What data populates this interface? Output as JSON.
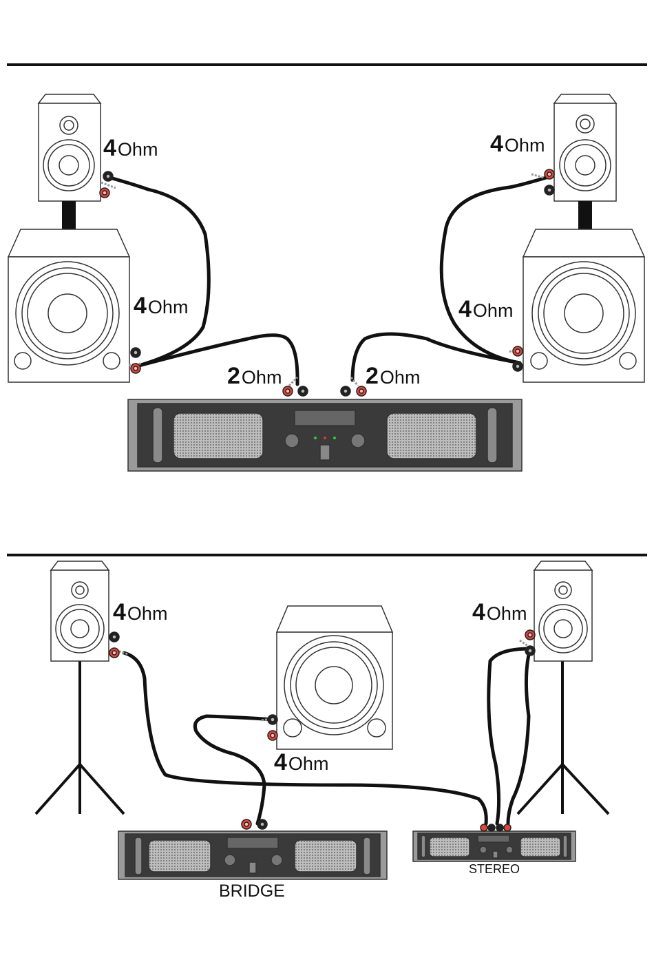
{
  "top_section": {
    "labels": {
      "sat_left": {
        "num": "4",
        "unit": "Ohm"
      },
      "sub_left": {
        "num": "4",
        "unit": "Ohm"
      },
      "amp_left": {
        "num": "2",
        "unit": "Ohm"
      },
      "amp_right": {
        "num": "2",
        "unit": "Ohm"
      },
      "sat_right": {
        "num": "4",
        "unit": "Ohm"
      },
      "sub_right": {
        "num": "4",
        "unit": "Ohm"
      }
    }
  },
  "bottom_section": {
    "labels": {
      "spk_left": {
        "num": "4",
        "unit": "Ohm"
      },
      "spk_right": {
        "num": "4",
        "unit": "Ohm"
      },
      "sub": {
        "num": "4",
        "unit": "Ohm"
      }
    },
    "amp_bridge_caption": "BRIDGE",
    "amp_stereo_caption": "STEREO"
  },
  "colors": {
    "line": "#111111",
    "device_stroke": "#333333",
    "amp_face": "#3a3a3a",
    "terminal_red": "#e0453a",
    "terminal_black": "#222222"
  }
}
